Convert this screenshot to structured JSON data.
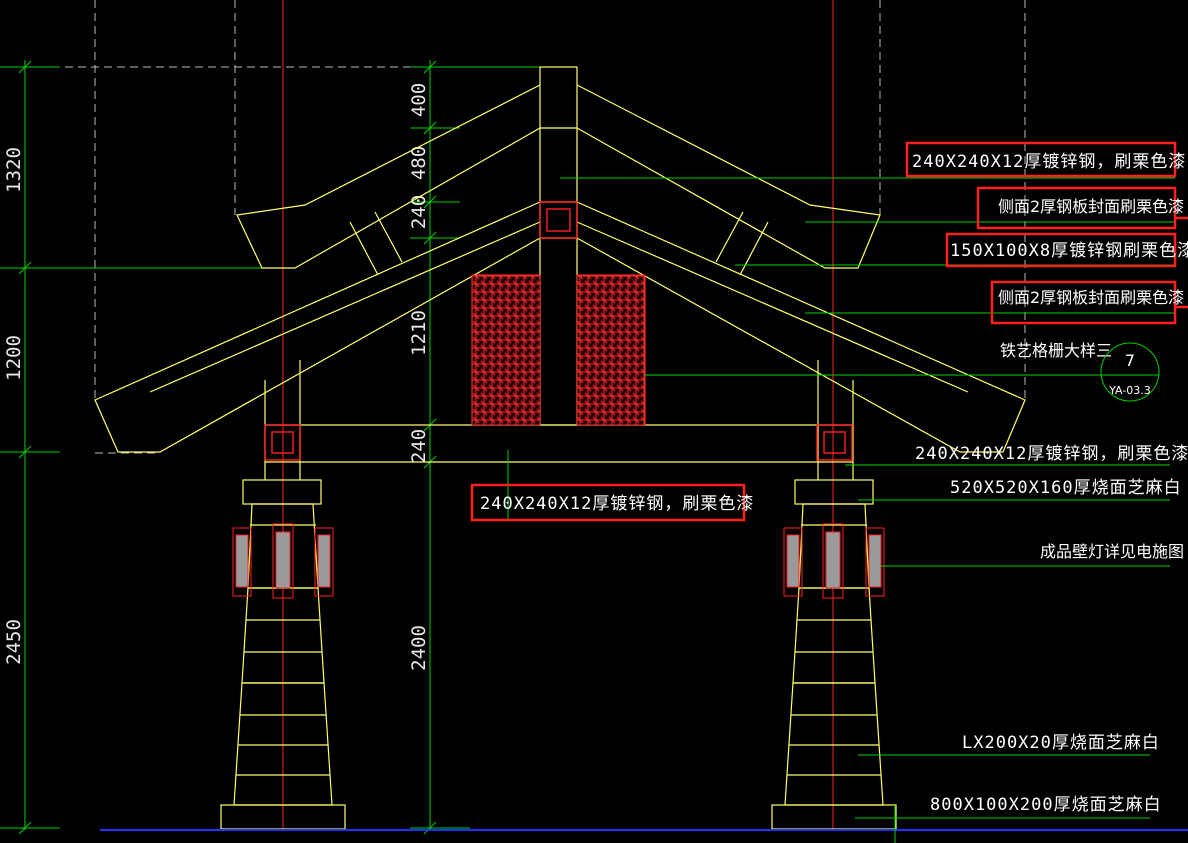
{
  "colors": {
    "background": "#000000",
    "dimension_line": "#00d000",
    "outline": "#ffff66",
    "axis": "#ff2020",
    "highlight": "#ff2020",
    "hidden": "#b8b8b8",
    "ground": "#2030ff"
  },
  "dimensions_left": [
    "1320",
    "1200",
    "2450"
  ],
  "dimensions_center": [
    "400",
    "480",
    "240",
    "1210",
    "240",
    "2400"
  ],
  "callouts": {
    "c1": "240X240X12厚镀锌钢，刷栗色漆",
    "c2": "侧面2厚钢板封面刷栗色漆",
    "c3": "150X100X8厚镀锌钢刷栗色漆",
    "c4": "侧面2厚钢板封面刷栗色漆",
    "c5": "铁艺格栅大样三",
    "c6": "240X240X12厚镀锌钢，刷栗色漆",
    "c7": "520X520X160厚烧面芝麻白",
    "c8": "成品壁灯详见电施图",
    "c9": "LX200X20厚烧面芝麻白",
    "c10": "800X100X200厚烧面芝麻白",
    "center": "240X240X12厚镀锌钢，刷栗色漆"
  },
  "detail_marker": {
    "number": "7",
    "sheet": "YA-03.3"
  }
}
